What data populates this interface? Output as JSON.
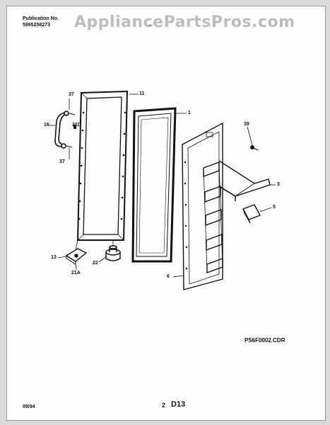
{
  "header": {
    "watermark": "AppliancePartsPros.com",
    "publication_label": "Publication No.",
    "publication_number": "5995258273",
    "model_partial": "..."
  },
  "callouts": {
    "c37a": "37",
    "c11": "11",
    "c1": "1",
    "c16": "16",
    "c21d": "21D",
    "c37b": "37",
    "c39": "39",
    "c3": "3",
    "c5": "5",
    "c13": "13",
    "c22": "22",
    "c21a": "21A",
    "c6": "6"
  },
  "footer": {
    "drawing_file": "PS6F0002.CDR",
    "date": "09/94",
    "page_number": "2",
    "section": "D13"
  }
}
